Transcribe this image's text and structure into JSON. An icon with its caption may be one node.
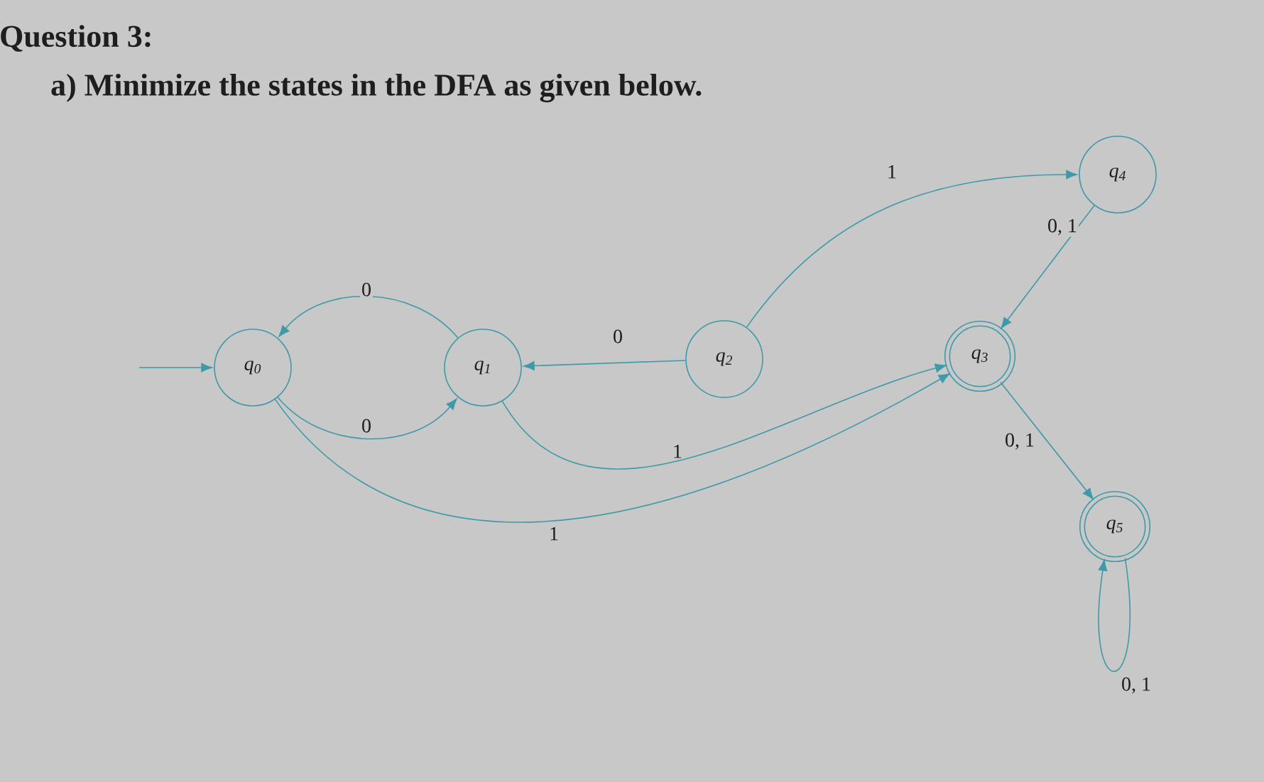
{
  "diagram": {
    "title": "Question 3:",
    "nodes": [
      {
        "text": [
          "q$_{0}$"
        ]
      },
      {
        "text": [
          "q$_{1}$"
        ]
      },
      {
        "text": [
          "q$_{2}$"
        ]
      },
      {
        "text": [
          "q$_{3}$"
        ]
      },
      {
        "text": [
          "q$_{4}$"
        ]
      },
      {
        "text": [
          "q$_{5}$"
        ]
      }
    ],
    "edges": [
      {
        "from": null,
        "to": 0,
        "arrow": "to"
      },
      {
        "from": 1,
        "to": 0,
        "arrow": "to",
        "label": "0"
      },
      {
        "from": 0,
        "to": 1,
        "arrow": "to",
        "label": "0"
      },
      {
        "from": 2,
        "to": 1,
        "arrow": "to",
        "label": "0"
      },
      {
        "from": 2,
        "to": 4,
        "arrow": "to",
        "label": "1"
      },
      {
        "from": 1,
        "to": 3,
        "arrow": "to",
        "label": "1"
      },
      {
        "from": 0,
        "to": 3,
        "arrow": "to",
        "label": "1"
      },
      {
        "from": 4,
        "to": 3,
        "arrow": "to",
        "label": "0, 1"
      },
      {
        "from": 3,
        "to": 5,
        "arrow": "to",
        "label": "0, 1"
      },
      {
        "from": 5,
        "to": 5,
        "arrow": "to",
        "label": "0, 1"
      }
    ],
    "labels": [
      "a) Minimize the states in the DFA as given below."
    ]
  }
}
